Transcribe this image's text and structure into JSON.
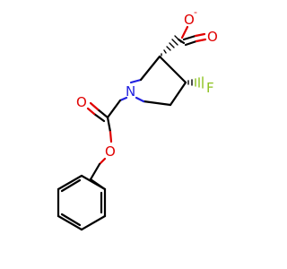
{
  "molecule": {
    "atoms": {
      "o_carboxylate_top": "O",
      "o_carboxylate_top_charge": "-",
      "o_carboxylate_right": "O",
      "n_ring": "N",
      "f_substituent": "F",
      "o_carbonyl": "O",
      "o_ester": "O"
    },
    "colors": {
      "oxygen": "#e00000",
      "nitrogen": "#2020e0",
      "fluorine": "#8dc21f",
      "carbon": "#000000"
    }
  }
}
